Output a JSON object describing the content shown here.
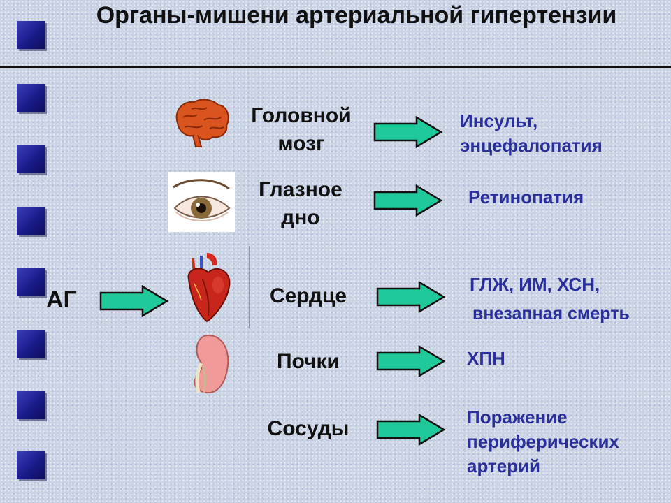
{
  "title": "Органы-мишени артериальной гипертензии",
  "source_label": "АГ",
  "organs": [
    {
      "name": "Головной мозг",
      "icon": "brain-icon",
      "effect": "Инсульт, энцефалопатия"
    },
    {
      "name": "Глазное дно",
      "icon": "eye-icon",
      "effect": "Ретинопатия"
    },
    {
      "name": "Сердце",
      "icon": "heart-icon",
      "effect_line1": "ГЛЖ, ИМ, ХСН,",
      "effect_line2": "внезапная смерть"
    },
    {
      "name": "Почки",
      "icon": "kidney-icon",
      "effect": "ХПН"
    },
    {
      "name": "Сосуды",
      "effect": "Поражение периферических артерий"
    }
  ],
  "colors": {
    "arrow_fill": "#1fc999",
    "effect_text": "#2a2f9a",
    "bullet": "#1a1a8a"
  }
}
